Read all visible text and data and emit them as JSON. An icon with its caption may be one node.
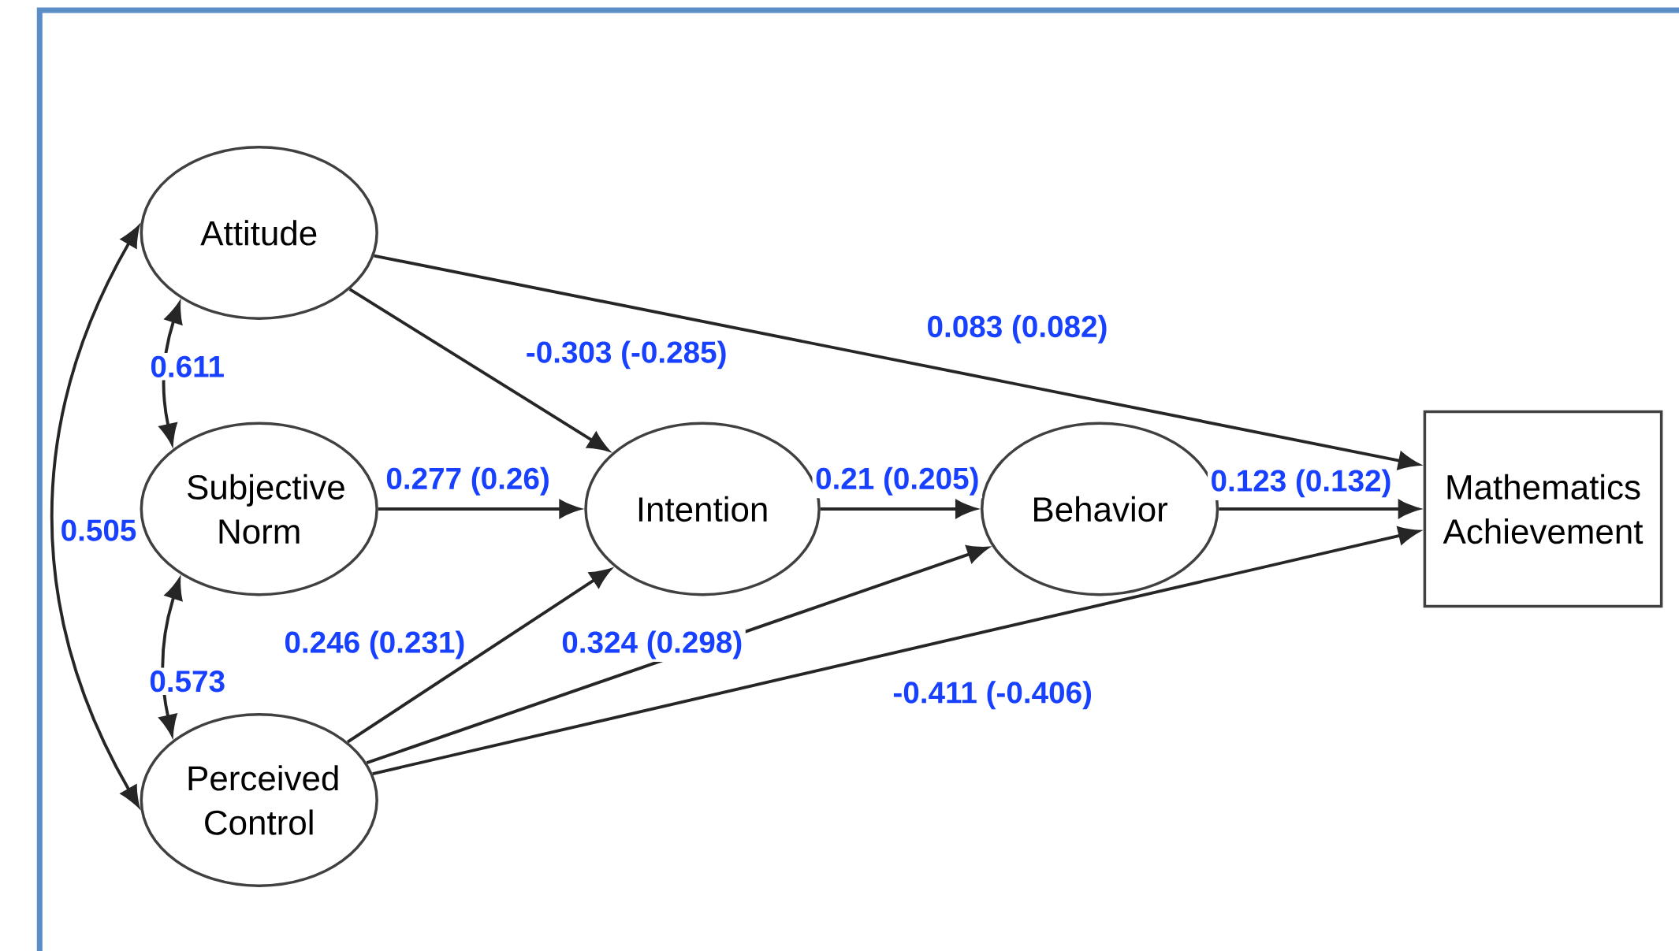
{
  "diagram": {
    "nodes": [
      {
        "text": [
          "Attitude"
        ]
      },
      {
        "text": [
          "Subjective Norm"
        ]
      },
      {
        "text": [
          "Perceived Control"
        ]
      },
      {
        "text": [
          "Intention"
        ]
      },
      {
        "text": [
          "Behavior"
        ]
      },
      {
        "text": [
          "Mathematics Achievement"
        ]
      }
    ],
    "edges": [
      {
        "from": 0,
        "to": 3,
        "arrow": "to",
        "label": "-0.303 (-0.285)"
      },
      {
        "from": 0,
        "to": 5,
        "arrow": "to",
        "label": "0.083 (0.082)"
      },
      {
        "from": 1,
        "to": 3,
        "arrow": "to",
        "label": "0.277 (0.26)"
      },
      {
        "from": 3,
        "to": 4,
        "arrow": "to",
        "label": "0.21 (0.205)"
      },
      {
        "from": 4,
        "to": 5,
        "arrow": "to",
        "label": "0.123 (0.132)"
      },
      {
        "from": 2,
        "to": 3,
        "arrow": "to",
        "label": "0.246 (0.231)"
      },
      {
        "from": 2,
        "to": 4,
        "arrow": "to",
        "label": "0.324 (0.298)"
      },
      {
        "from": 2,
        "to": 5,
        "arrow": "to",
        "label": "-0.411 (-0.406)"
      },
      {
        "from": 0,
        "to": 1,
        "arrow": "both",
        "label": "0.611"
      },
      {
        "from": 1,
        "to": 2,
        "arrow": "both",
        "label": "0.573"
      },
      {
        "from": 0,
        "to": 2,
        "arrow": "both",
        "label": "0.505"
      }
    ]
  }
}
